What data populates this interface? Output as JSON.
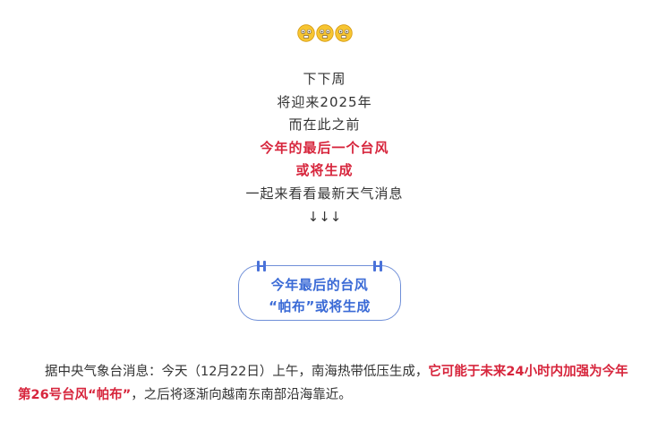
{
  "emojis": [
    "grimace-emoji",
    "grimace-emoji",
    "grimace-emoji"
  ],
  "intro": {
    "line1": "下下周",
    "line2": "将迎来2025年",
    "line3": "而在此之前",
    "line4": "今年的最后一个台风",
    "line5": "或将生成",
    "line6": "一起来看看最新天气消息",
    "arrows": "↓↓↓"
  },
  "callout": {
    "line1": "今年最后的台风",
    "line2": "“帕布”或将生成"
  },
  "paragraph": {
    "normal1": "据中央气象台消息：今天（12月22日）上午，南海热带低压生成，",
    "highlight": "它可能于未来24小时内加强为今年第26号台风“帕布”",
    "normal2": "，之后将逐渐向越南东南部沿海靠近。"
  },
  "colors": {
    "highlight_red": "#d7263d",
    "callout_blue": "#3a6ad6",
    "border_blue": "#6f8fd8"
  }
}
